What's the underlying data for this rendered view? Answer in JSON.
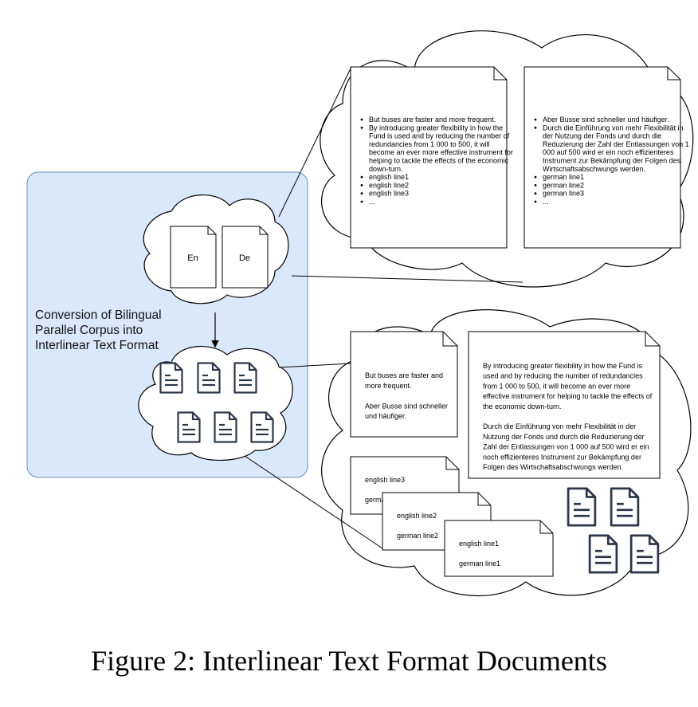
{
  "panel": {
    "title_lines": [
      "Conversion of Bilingual",
      "Parallel Corpus into",
      "Interlinear Text Format"
    ],
    "fill": "#dae8fc",
    "stroke": "#6c8ebf"
  },
  "source_docs": {
    "en_label": "En",
    "de_label": "De"
  },
  "english_doc": {
    "bullets": [
      "But buses are faster and more frequent.",
      "By introducing greater flexibility in how the",
      "Fund is used and by reducing the number of",
      "redundancies from 1 000 to 500, it will",
      "become an ever more effective instrument for",
      "helping to tackle the effects of the economic",
      "down-turn.",
      "english line1",
      "english line2",
      "english line3",
      "..."
    ]
  },
  "german_doc": {
    "bullets": [
      "Aber Busse sind schneller und häufiger.",
      "Durch die Einführung von mehr Flexibilität in",
      "der Nutzung der Fonds und durch die",
      "Reduzierung der Zahl der Entlassungen von 1",
      "000 auf 500 wird er ein noch effizienteres",
      "Instrument zur Bekämpfung der Folgen des",
      "Wirtschaftsabschwungs werden.",
      "german line1",
      "german line2",
      "german line3",
      "..."
    ]
  },
  "interlinear_small": {
    "lines": [
      "But buses are faster and",
      "more frequent.",
      "",
      "Aber Busse sind schneller",
      "und häufiger."
    ]
  },
  "interlinear_large": {
    "lines": [
      "By introducing greater flexibility in how the Fund is",
      "used and by reducing the number of redundancies",
      "from 1 000 to 500, it will become an ever more",
      "effective instrument for helping to tackle the effects of",
      "the economic down-turn.",
      "",
      "Durch die Einführung von mehr Flexibilität in der",
      "Nutzung der Fonds und durch die Reduzierung der",
      "Zahl der Entlassungen von 1 000 auf 500 wird er ein",
      "noch effizienteres Instrument zur Bekämpfung der",
      "Folgen des Wirtschaftsabschwungs werden."
    ]
  },
  "stack_docs": [
    {
      "english": "english line3",
      "german": "germa"
    },
    {
      "english": "english line2",
      "german": "german line2"
    },
    {
      "english": "english line1",
      "german": "german line1"
    }
  ],
  "caption": "Figure 2: Interlinear Text Format Documents"
}
